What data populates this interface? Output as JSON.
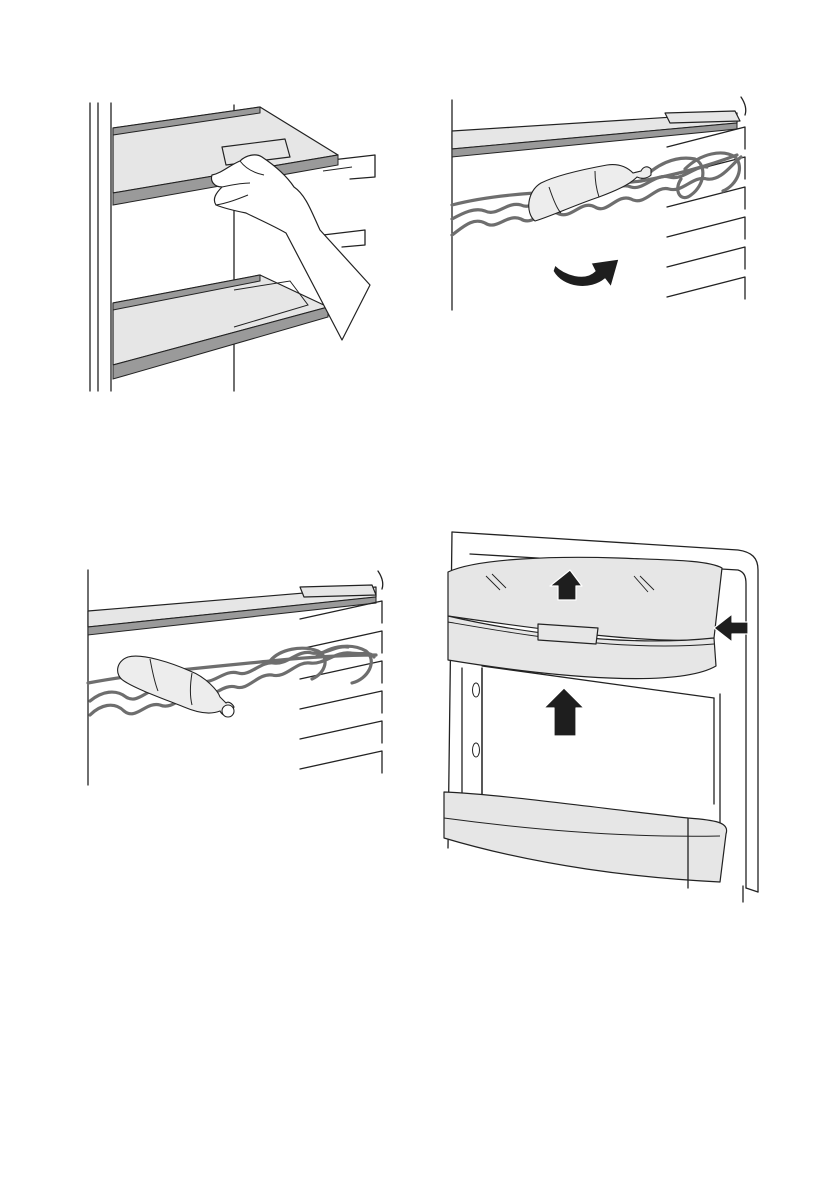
{
  "colors": {
    "line": "#222222",
    "shelf_fill": "#e6e6e6",
    "shelf_edge": "#9a9a9a",
    "rack_wire": "#6e6e6e",
    "bottle_fill": "#ededed",
    "arrow_fill": "#1e1e1e",
    "drawer_fill": "#e4e4e4",
    "background": "#ffffff"
  },
  "figures": [
    {
      "depicts": "hand-removing-glass-shelf"
    },
    {
      "depicts": "bottle-rack-tilt-arrow"
    },
    {
      "depicts": "bottle-rack-with-bottle"
    },
    {
      "depicts": "door-balcony-lift-out"
    }
  ]
}
